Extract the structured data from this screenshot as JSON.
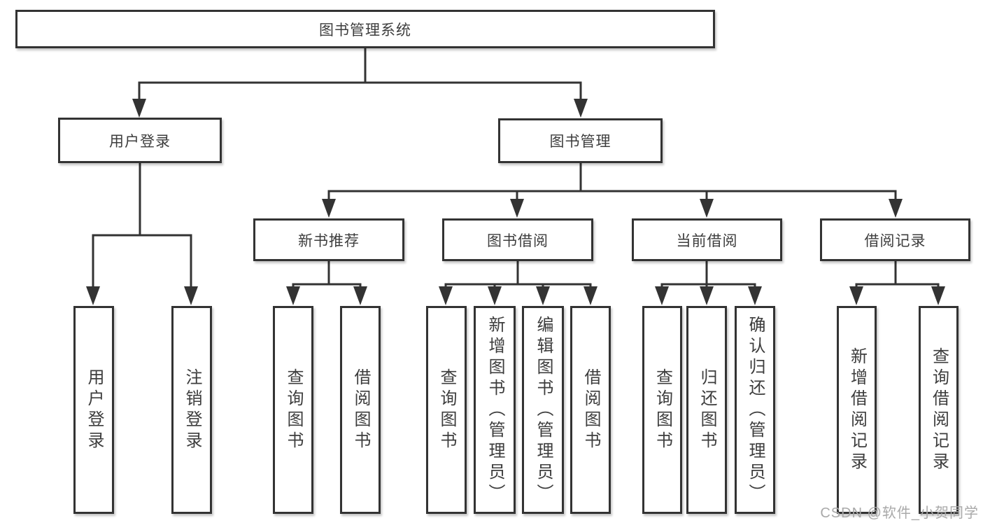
{
  "diagram": {
    "root": {
      "label": "图书管理系统"
    },
    "level2": [
      {
        "label": "用户登录"
      },
      {
        "label": "图书管理"
      }
    ],
    "level3": [
      {
        "label": "新书推荐"
      },
      {
        "label": "图书借阅"
      },
      {
        "label": "当前借阅"
      },
      {
        "label": "借阅记录"
      }
    ],
    "leaves": {
      "user_login": [
        "用户登录",
        "注销登录"
      ],
      "new_book_recommend": [
        "查询图书",
        "借阅图书"
      ],
      "book_borrow": [
        "查询图书",
        "新增图书（管理员）",
        "编辑图书（管理员）",
        "借阅图书"
      ],
      "current_borrow": [
        "查询图书",
        "归还图书",
        "确认归还（管理员）"
      ],
      "borrow_records": [
        "新增借阅记录",
        "查询借阅记录"
      ]
    },
    "colors": {
      "line": "#333333",
      "text": "#3d3d3d",
      "watermark": "#a9a9a9"
    }
  },
  "watermark": {
    "text": "CSDN @软件_小贺同学"
  }
}
